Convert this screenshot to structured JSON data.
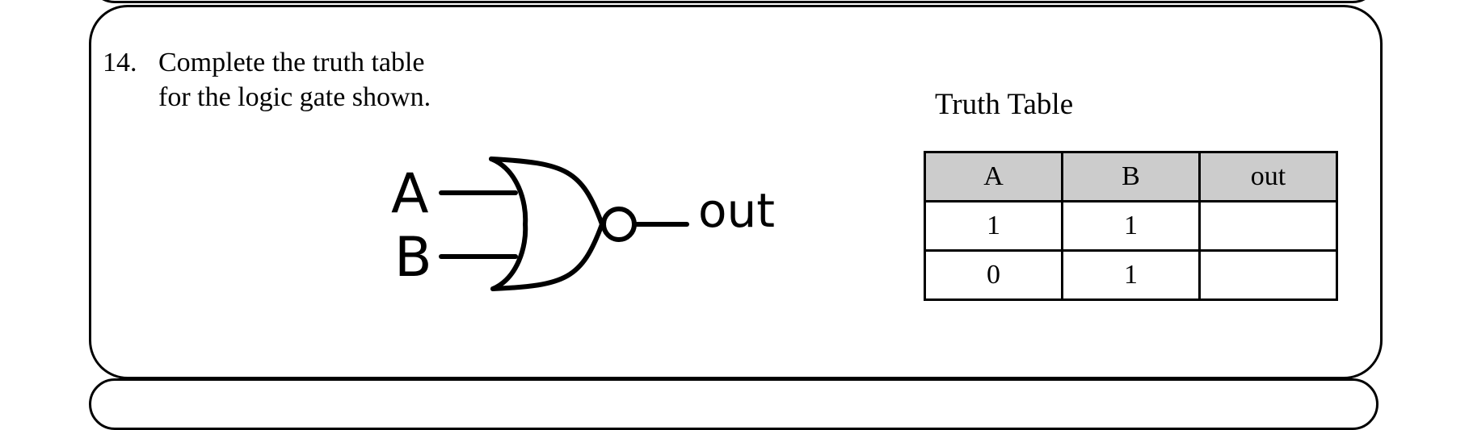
{
  "question": {
    "number": "14.",
    "lines": [
      "Complete the truth table",
      "for the logic gate shown."
    ]
  },
  "gate": {
    "type": "NOR",
    "inputs": [
      "A",
      "B"
    ],
    "output": "out"
  },
  "truth_table": {
    "title": "Truth Table",
    "headers": [
      "A",
      "B",
      "out"
    ],
    "rows": [
      [
        "1",
        "1",
        ""
      ],
      [
        "0",
        "1",
        ""
      ]
    ],
    "header_fill": "#cccccc"
  }
}
